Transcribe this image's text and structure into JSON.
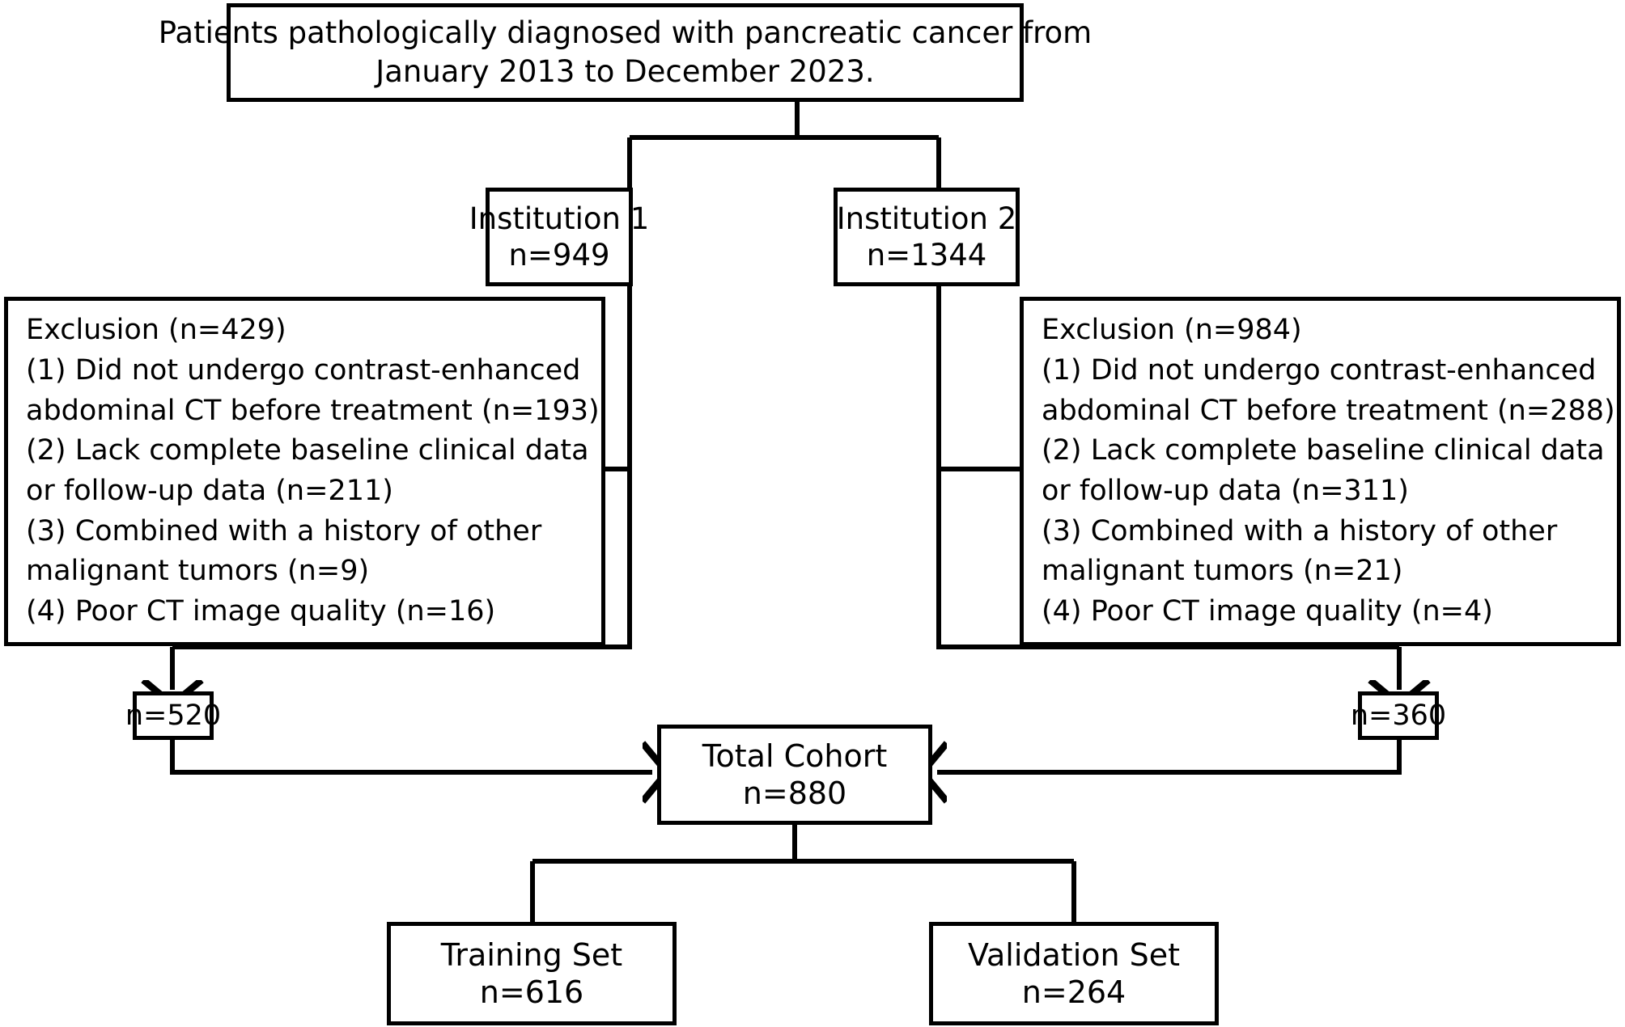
{
  "diagram": {
    "title": "Patient enrollment flowchart",
    "stroke_color": "#000000",
    "background_color": "#ffffff",
    "nodes": {
      "source": {
        "line1": "Patients pathologically diagnosed with pancreatic cancer from",
        "line2": "January 2013 to December 2023."
      },
      "institution1": {
        "label": "Institution 1",
        "count": "n=949"
      },
      "institution2": {
        "label": "Institution 2",
        "count": "n=1344"
      },
      "exclusion1": {
        "header": "Exclusion (n=429)",
        "r1a": "(1) Did not undergo contrast-enhanced",
        "r1b": "abdominal CT before treatment (n=193)",
        "r2a": "(2) Lack complete baseline clinical data",
        "r2b": "or follow-up data (n=211)",
        "r3a": "(3) Combined with a history of other",
        "r3b": "malignant tumors (n=9)",
        "r4a": "(4) Poor CT image quality (n=16)"
      },
      "exclusion2": {
        "header": "Exclusion (n=984)",
        "r1a": "(1) Did not undergo contrast-enhanced",
        "r1b": "abdominal CT before treatment (n=288)",
        "r2a": "(2) Lack complete baseline clinical data",
        "r2b": "or follow-up data (n=311)",
        "r3a": "(3) Combined with a history of other",
        "r3b": "malignant tumors (n=21)",
        "r4a": "(4) Poor CT image quality (n=4)"
      },
      "remaining1": {
        "count": "n=520"
      },
      "remaining2": {
        "count": "n=360"
      },
      "total_cohort": {
        "label": "Total Cohort",
        "count": "n=880"
      },
      "training_set": {
        "label": "Training Set",
        "count": "n=616"
      },
      "validation_set": {
        "label": "Validation Set",
        "count": "n=264"
      }
    }
  }
}
